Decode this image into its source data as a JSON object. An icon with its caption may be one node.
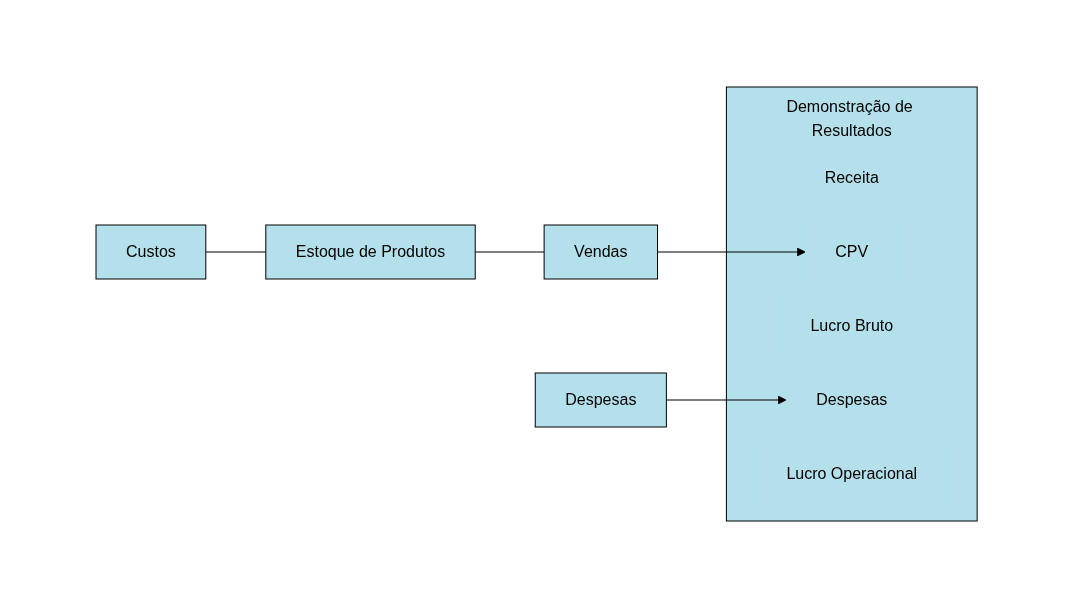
{
  "diagram": {
    "nodes": [
      {
        "text": [
          "Despesas"
        ]
      },
      {
        "text": [
          "Custos"
        ]
      },
      {
        "text": [
          "Estoque de Produtos"
        ]
      },
      {
        "text": [
          "Vendas"
        ]
      },
      {
        "text": [
          "Demonstração de Resultados"
        ]
      },
      {
        "text": [
          "Receita"
        ],
        "in": 4
      },
      {
        "text": [
          "CPV"
        ],
        "in": 4
      },
      {
        "text": [
          "Lucro Bruto"
        ],
        "in": 4
      },
      {
        "text": [
          "Despesas"
        ],
        "in": 4
      },
      {
        "text": [
          "Lucro Operacional"
        ],
        "in": 4
      }
    ],
    "edges": [
      {
        "from": 1,
        "to": 2,
        "arrow": "none"
      },
      {
        "from": 2,
        "to": 3,
        "arrow": "none"
      },
      {
        "from": 3,
        "to": 6,
        "arrow": "to"
      },
      {
        "from": 0,
        "to": 8,
        "arrow": "to"
      }
    ]
  }
}
